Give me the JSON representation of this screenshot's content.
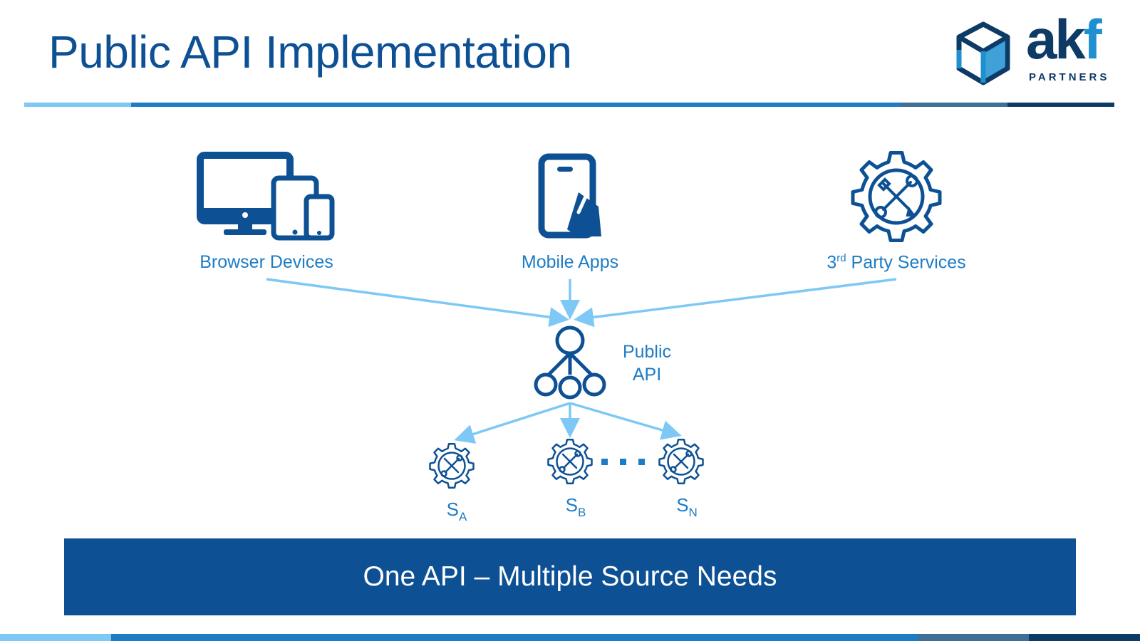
{
  "title": "Public API Implementation",
  "logo": {
    "word_main": "ak",
    "word_accent": "f",
    "sub": "PARTNERS"
  },
  "sources": [
    {
      "label": "Browser Devices",
      "icon": "devices-icon"
    },
    {
      "label": "Mobile Apps",
      "icon": "mobile-hand-icon"
    },
    {
      "label_prefix": "3",
      "label_sup": "rd",
      "label_rest": " Party Services",
      "icon": "gear-tools-icon"
    }
  ],
  "api": {
    "line1": "Public",
    "line2": "API",
    "icon": "hierarchy-network-icon"
  },
  "services": [
    {
      "letter": "S",
      "sub": "A"
    },
    {
      "letter": "S",
      "sub": "B"
    },
    {
      "letter": "S",
      "sub": "N"
    }
  ],
  "ellipsis": "· · ·",
  "banner": "One API – Multiple Source Needs",
  "colors": {
    "primary": "#0D5194",
    "text_blue": "#1E7CC5",
    "arrow": "#7EC8F5",
    "dark": "#0E3B66",
    "light": "#7EC8F5"
  }
}
